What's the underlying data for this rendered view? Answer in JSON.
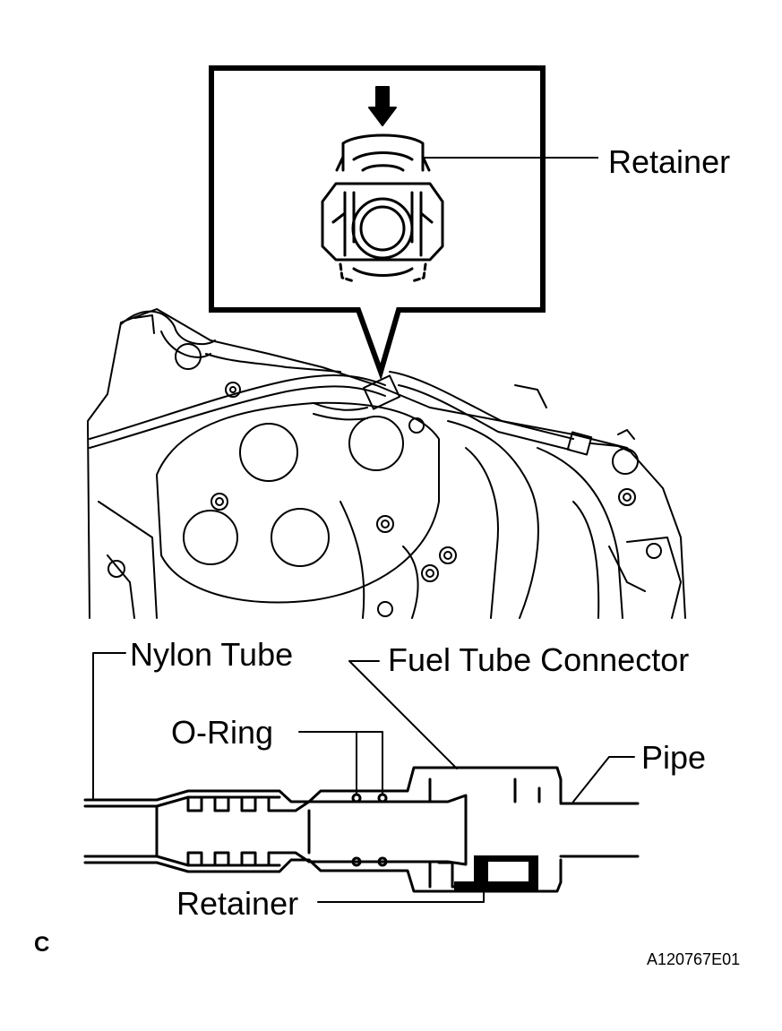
{
  "labels": {
    "retainer_top": "Retainer",
    "nylon_tube": "Nylon Tube",
    "fuel_tube_connector": "Fuel Tube Connector",
    "o_ring": "O-Ring",
    "pipe": "Pipe",
    "retainer_bottom": "Retainer",
    "corner_letter": "C",
    "figure_code": "A120767E01"
  },
  "colors": {
    "ink": "#000000",
    "paper": "#ffffff"
  }
}
